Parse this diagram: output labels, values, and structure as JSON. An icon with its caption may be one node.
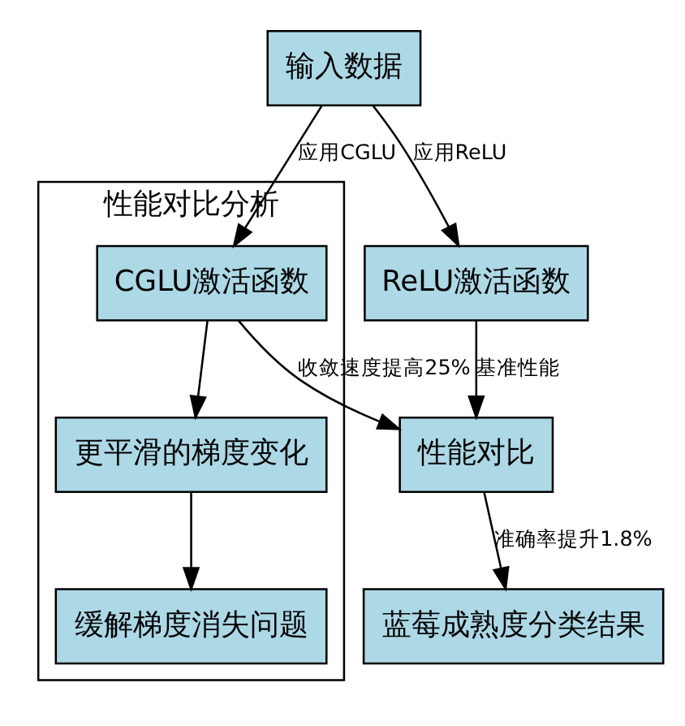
{
  "diagram": {
    "nodes": [
      {
        "text": [
          "输入数据"
        ]
      },
      {
        "text": [
          "性能对比分析"
        ]
      },
      {
        "text": [
          "CGLU激活函数"
        ],
        "in": 1
      },
      {
        "text": [
          "更平滑的梯度变化"
        ],
        "in": 1
      },
      {
        "text": [
          "缓解梯度消失问题"
        ],
        "in": 1
      },
      {
        "text": [
          "ReLU激活函数"
        ]
      },
      {
        "text": [
          "性能对比"
        ]
      },
      {
        "text": [
          "蓝莓成熟度分类结果"
        ]
      }
    ],
    "edges": [
      {
        "from": 0,
        "to": 2,
        "arrow": "to",
        "label": "应用CGLU"
      },
      {
        "from": 0,
        "to": 5,
        "arrow": "to",
        "label": "应用ReLU"
      },
      {
        "from": 2,
        "to": 3,
        "arrow": "to"
      },
      {
        "from": 3,
        "to": 4,
        "arrow": "to"
      },
      {
        "from": 2,
        "to": 6,
        "arrow": "to",
        "label": "收敛速度提高25%"
      },
      {
        "from": 5,
        "to": 6,
        "arrow": "to",
        "label": "基准性能"
      },
      {
        "from": 6,
        "to": 7,
        "arrow": "to",
        "label": "准确率提升1.8%"
      }
    ]
  }
}
